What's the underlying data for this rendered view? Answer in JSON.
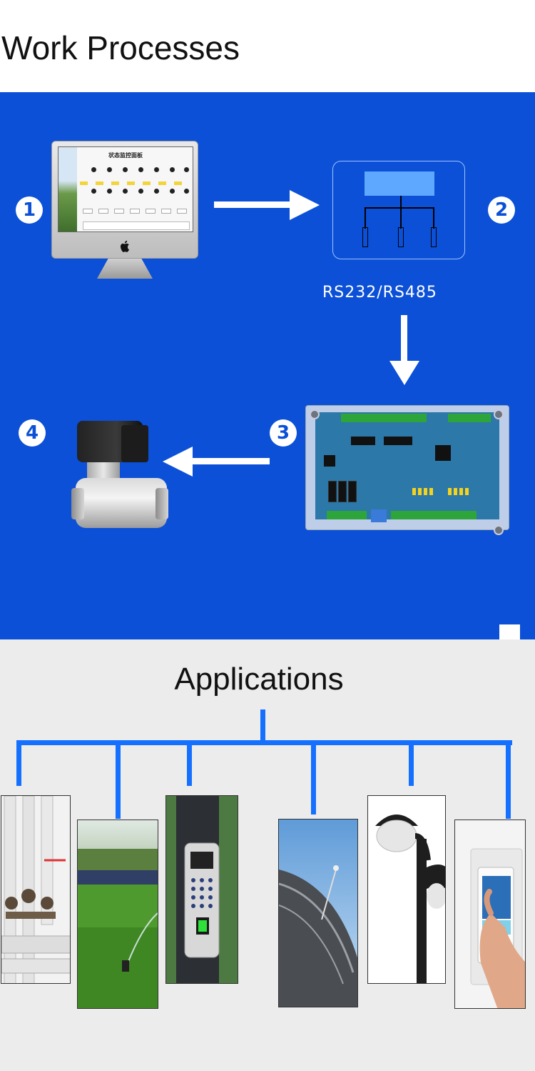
{
  "work_title": "Work Processes",
  "steps": [
    "1",
    "2",
    "3",
    "4"
  ],
  "interface_label": "RS232/RS485",
  "monitor_screen_title": "状态监控面板",
  "applications_title": "Applications",
  "colors": {
    "panel_blue": "#0b50d6",
    "tree_blue": "#1570ff",
    "arrow": "#ffffff",
    "badge_text": "#0b50d6"
  },
  "icons": [
    "computer-monitor",
    "apple-logo",
    "network-board-diagram",
    "controller-pcb",
    "solenoid-valve",
    "arrow-right",
    "arrow-down",
    "arrow-left"
  ],
  "application_images": [
    "pipes-and-valves",
    "lawn-sprinkler",
    "fingerprint-access-keypad",
    "satellite-dish",
    "street-lamp",
    "touch-panel-thermostat"
  ]
}
